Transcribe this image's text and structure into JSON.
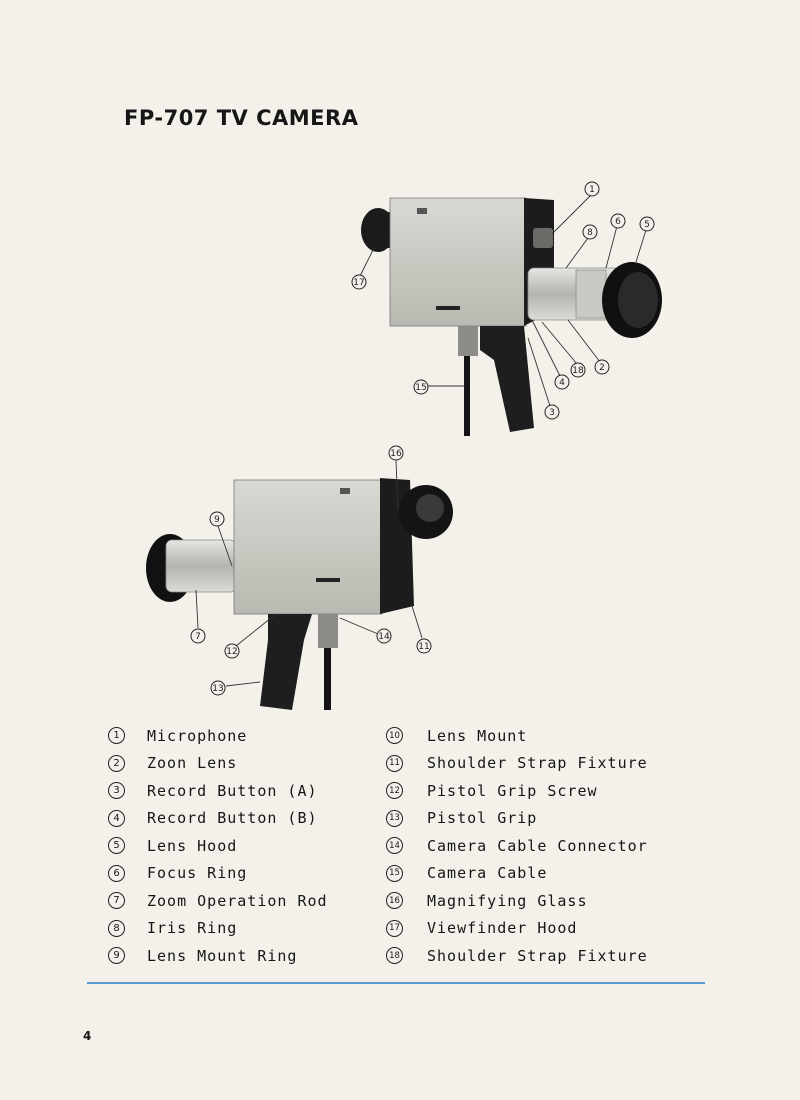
{
  "page": {
    "title": "FP-707 TV CAMERA",
    "page_number": "4"
  },
  "parts_left": [
    {
      "num": "1",
      "label": "Microphone"
    },
    {
      "num": "2",
      "label": "Zoon Lens"
    },
    {
      "num": "3",
      "label": "Record Button (A)"
    },
    {
      "num": "4",
      "label": "Record Button (B)"
    },
    {
      "num": "5",
      "label": "Lens Hood"
    },
    {
      "num": "6",
      "label": "Focus Ring"
    },
    {
      "num": "7",
      "label": "Zoom Operation Rod"
    },
    {
      "num": "8",
      "label": "Iris Ring"
    },
    {
      "num": "9",
      "label": "Lens Mount Ring"
    }
  ],
  "parts_right": [
    {
      "num": "10",
      "label": "Lens Mount"
    },
    {
      "num": "11",
      "label": "Shoulder Strap Fixture"
    },
    {
      "num": "12",
      "label": "Pistol Grip Screw"
    },
    {
      "num": "13",
      "label": "Pistol Grip"
    },
    {
      "num": "14",
      "label": "Camera Cable Connector"
    },
    {
      "num": "15",
      "label": "Camera Cable"
    },
    {
      "num": "16",
      "label": "Magnifying Glass"
    },
    {
      "num": "17",
      "label": "Viewfinder Hood"
    },
    {
      "num": "18",
      "label": "Shoulder Strap Fixture"
    }
  ],
  "figure_top": {
    "callouts": [
      "1",
      "8",
      "6",
      "5",
      "17",
      "18",
      "2",
      "4",
      "3",
      "15"
    ]
  },
  "figure_bottom": {
    "callouts": [
      "16",
      "9",
      "7",
      "12",
      "14",
      "11",
      "13"
    ]
  }
}
